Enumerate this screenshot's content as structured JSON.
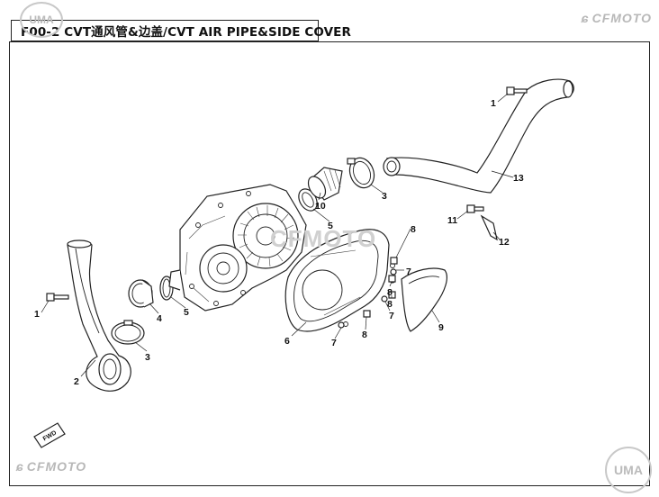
{
  "title": "F00-2 CVT通风管&边盖/CVT AIR PIPE&SIDE COVER",
  "brand": {
    "name": "CFMOTO",
    "watermark": "UMA",
    "accent": "#b8b8b8"
  },
  "fwd_label": "FWD",
  "callouts": [
    "1",
    "2",
    "3",
    "4",
    "5",
    "1",
    "3",
    "5",
    "10",
    "6",
    "7",
    "8",
    "8",
    "7",
    "8",
    "7",
    "8",
    "9",
    "11",
    "12",
    "13"
  ]
}
